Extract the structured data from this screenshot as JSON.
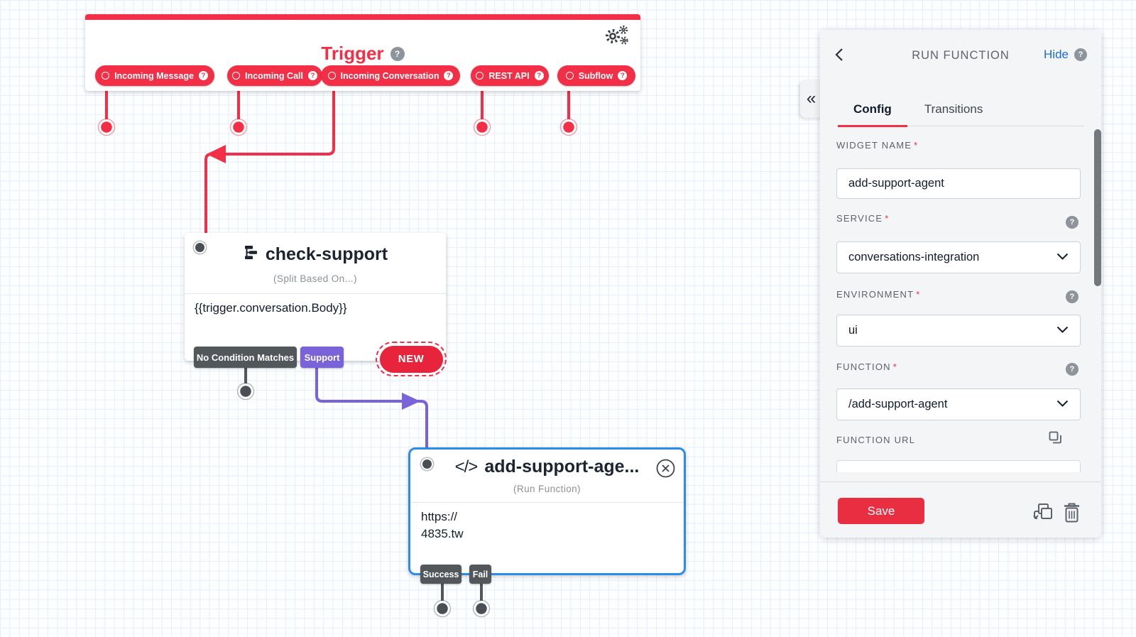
{
  "glyphs": {
    "help": "?",
    "collapse": "«",
    "code": "</>"
  },
  "canvas": {
    "trigger": {
      "title": "Trigger",
      "pills": [
        {
          "label": "Incoming Message"
        },
        {
          "label": "Incoming Call"
        },
        {
          "label": "Incoming Conversation"
        },
        {
          "label": "REST API"
        },
        {
          "label": "Subflow"
        }
      ]
    },
    "split_widget": {
      "name": "check-support",
      "type_label": "(Split Based On...)",
      "body": "{{trigger.conversation.Body}}",
      "transition_no_match": "No Condition Matches",
      "transition_support": "Support",
      "new_label": "NEW"
    },
    "function_widget": {
      "name": "add-support-age...",
      "type_label": "(Run Function)",
      "url_line1": "https://",
      "url_line2": "4835.tw",
      "transition_success": "Success",
      "transition_fail": "Fail"
    }
  },
  "panel": {
    "title": "RUN FUNCTION",
    "hide_label": "Hide",
    "tabs": [
      {
        "label": "Config"
      },
      {
        "label": "Transitions"
      }
    ],
    "fields": {
      "widget_name": {
        "label": "WIDGET NAME",
        "required": "*",
        "value": "add-support-agent"
      },
      "service": {
        "label": "SERVICE",
        "required": "*",
        "value": "conversations-integration"
      },
      "environment": {
        "label": "ENVIRONMENT",
        "required": "*",
        "value": "ui"
      },
      "function": {
        "label": "FUNCTION",
        "required": "*",
        "value": "/add-support-agent"
      },
      "function_url": {
        "label": "FUNCTION URL"
      }
    },
    "save_label": "Save"
  },
  "colors": {
    "brand_red": "#F22F46",
    "button_red": "#e8243d",
    "purple": "#7A62D8",
    "selected_blue": "#2b8ceb",
    "dark_gray": "#52575C",
    "link_blue": "#1B6BE0"
  }
}
